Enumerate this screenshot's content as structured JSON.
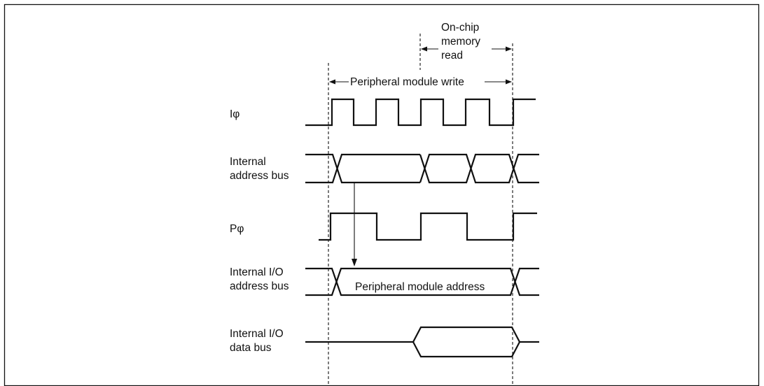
{
  "signals": {
    "iphi": "Iφ",
    "internal_address_bus": [
      "Internal",
      "address bus"
    ],
    "pphi": "Pφ",
    "internal_io_address_bus": [
      "Internal I/O",
      "address bus"
    ],
    "internal_io_data_bus": [
      "Internal I/O",
      "data bus"
    ]
  },
  "annotations": {
    "onchip_memory_read": [
      "On-chip",
      "memory",
      "read"
    ],
    "peripheral_module_write": "Peripheral module write",
    "peripheral_module_address": "Peripheral module address"
  }
}
